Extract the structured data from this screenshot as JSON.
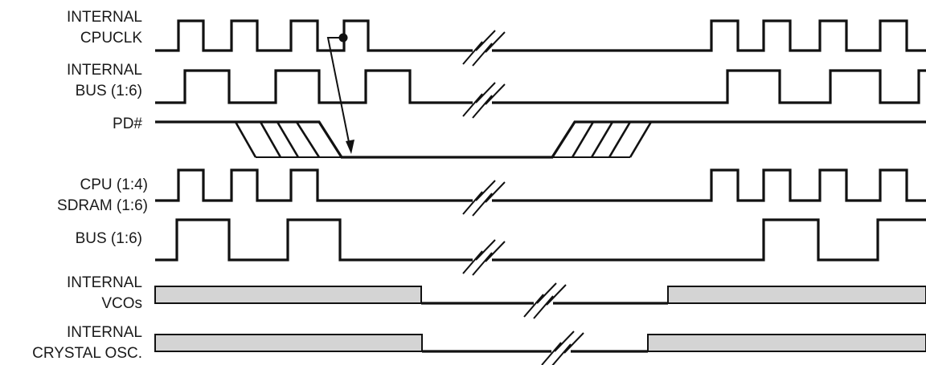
{
  "signals": [
    {
      "id": "internal-cpuclk",
      "label_lines": [
        "INTERNAL",
        "CPUCLK"
      ]
    },
    {
      "id": "internal-bus",
      "label_lines": [
        "INTERNAL",
        "BUS (1:6)"
      ]
    },
    {
      "id": "pd",
      "label_lines": [
        "PD#"
      ]
    },
    {
      "id": "cpu-sdram",
      "label_lines": [
        "CPU (1:4)",
        "SDRAM (1:6)"
      ]
    },
    {
      "id": "bus",
      "label_lines": [
        "BUS (1:6)"
      ]
    },
    {
      "id": "internal-vcos",
      "label_lines": [
        "INTERNAL",
        "VCOs"
      ]
    },
    {
      "id": "internal-crystal-osc",
      "label_lines": [
        "INTERNAL",
        "CRYSTAL OSC."
      ]
    }
  ],
  "colors": {
    "line": "#111111",
    "bar_fill": "#d4d4d4",
    "background": "#ffffff"
  }
}
